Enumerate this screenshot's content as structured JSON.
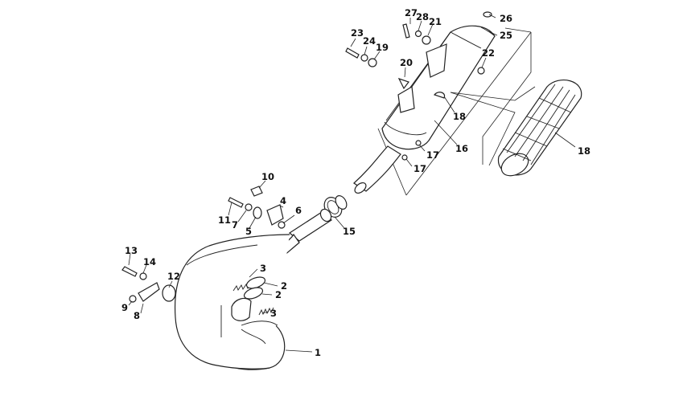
{
  "diagram": {
    "labels": [
      "27",
      "28",
      "21",
      "26",
      "25",
      "23",
      "24",
      "19",
      "22",
      "20",
      "18",
      "16",
      "17",
      "17",
      "18",
      "10",
      "4",
      "6",
      "11",
      "7",
      "5",
      "15",
      "13",
      "14",
      "12",
      "3",
      "2",
      "2",
      "3",
      "9",
      "8",
      "1"
    ]
  },
  "colors": {
    "line": "#222222",
    "background": "#ffffff"
  }
}
